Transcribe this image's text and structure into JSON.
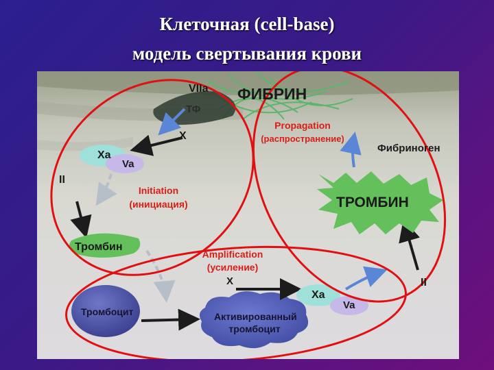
{
  "title": {
    "line1": "Клеточная (cell-base)",
    "line2": "модель свертывания крови"
  },
  "colors": {
    "background_start": "#2b1f8f",
    "background_end": "#6e0f7c",
    "phase_outline": "#e01010",
    "phase_text": "#d91e18",
    "fibrin_green": "#5db56b",
    "thrombin_green": "#63c05a",
    "platelet_blue": "#4b52a8",
    "xa_cyan": "#9fe0da",
    "va_lilac": "#c6b8e8",
    "arrow_blue": "#5a86d8"
  },
  "labels": {
    "viia": "VIIa",
    "tf": "ТФ",
    "x_top": "X",
    "fibrin": "ФИБРИН",
    "xa_top": "Xa",
    "va_top": "Va",
    "ii_left": "II",
    "thrombin_small": "Тромбин",
    "fibrinogen": "Фибриноген",
    "thrombin_large": "ТРОМБИН",
    "platelet": "Тромбоцит",
    "activated_platelet_1": "Активированный",
    "activated_platelet_2": "тромбоцит",
    "x_bottom": "X",
    "xa_bottom": "Xa",
    "va_bottom": "Va",
    "ii_right": "II"
  },
  "phases": {
    "initiation_en": "Initiation",
    "initiation_ru": "(инициация)",
    "propagation_en": "Propagation",
    "propagation_ru": "(распространение)",
    "amplification_en": "Amplification",
    "amplification_ru": "(усиление)"
  }
}
